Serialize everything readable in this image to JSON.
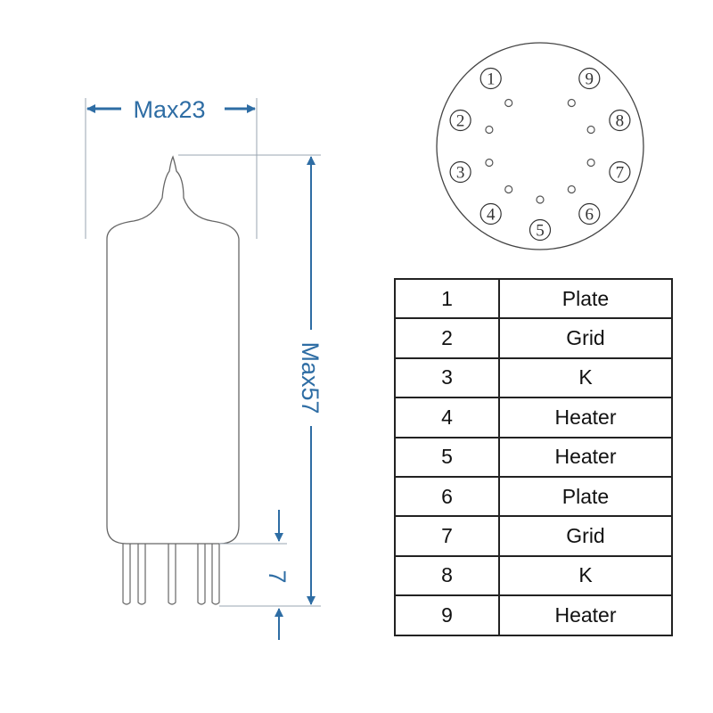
{
  "colors": {
    "dimension": "#2e6da4",
    "outline": "#444444",
    "guide": "#9aa5b1"
  },
  "dimensions": {
    "width_label": "Max23",
    "height_label": "Max57",
    "pin_length_label": "7"
  },
  "base_pins": [
    "1",
    "2",
    "3",
    "4",
    "5",
    "6",
    "7",
    "8",
    "9"
  ],
  "pin_table": {
    "rows": [
      {
        "pin": "1",
        "function": "Plate"
      },
      {
        "pin": "2",
        "function": "Grid"
      },
      {
        "pin": "3",
        "function": "K"
      },
      {
        "pin": "4",
        "function": "Heater"
      },
      {
        "pin": "5",
        "function": "Heater"
      },
      {
        "pin": "6",
        "function": "Plate"
      },
      {
        "pin": "7",
        "function": "Grid"
      },
      {
        "pin": "8",
        "function": "K"
      },
      {
        "pin": "9",
        "function": "Heater"
      }
    ]
  }
}
